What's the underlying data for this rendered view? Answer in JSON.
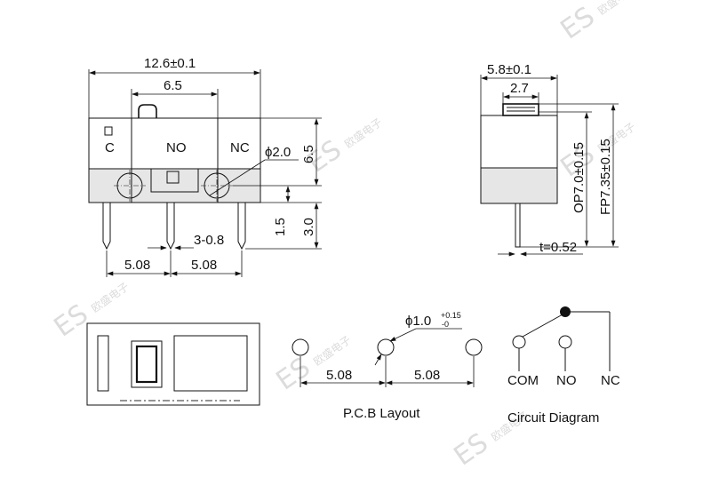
{
  "watermark": {
    "brand": "ES",
    "chars": "欧盛电子"
  },
  "front": {
    "total_width": "12.6±0.1",
    "inner_width": "6.5",
    "c_label": "C",
    "no_label": "NO",
    "nc_label": "NC",
    "hole_dia": "ϕ2.0",
    "height": "6.5",
    "dim_15": "1.5",
    "dim_30": "3.0",
    "pin_size": "3-0.8",
    "pitch_left": "5.08",
    "pitch_right": "5.08"
  },
  "side": {
    "width": "5.8±0.1",
    "plunger": "2.7",
    "op": "OP7.0±0.15",
    "fp": "FP7.35±0.15",
    "thickness": "t=0.52"
  },
  "pcb": {
    "hole_dia_base": "ϕ1.0",
    "hole_tol_plus": "+0.15",
    "hole_tol_minus": "-0",
    "pitch_left": "5.08",
    "pitch_right": "5.08",
    "caption": "P.C.B Layout"
  },
  "circuit": {
    "com": "COM",
    "no": "NO",
    "nc": "NC",
    "caption": "Circuit Diagram"
  }
}
